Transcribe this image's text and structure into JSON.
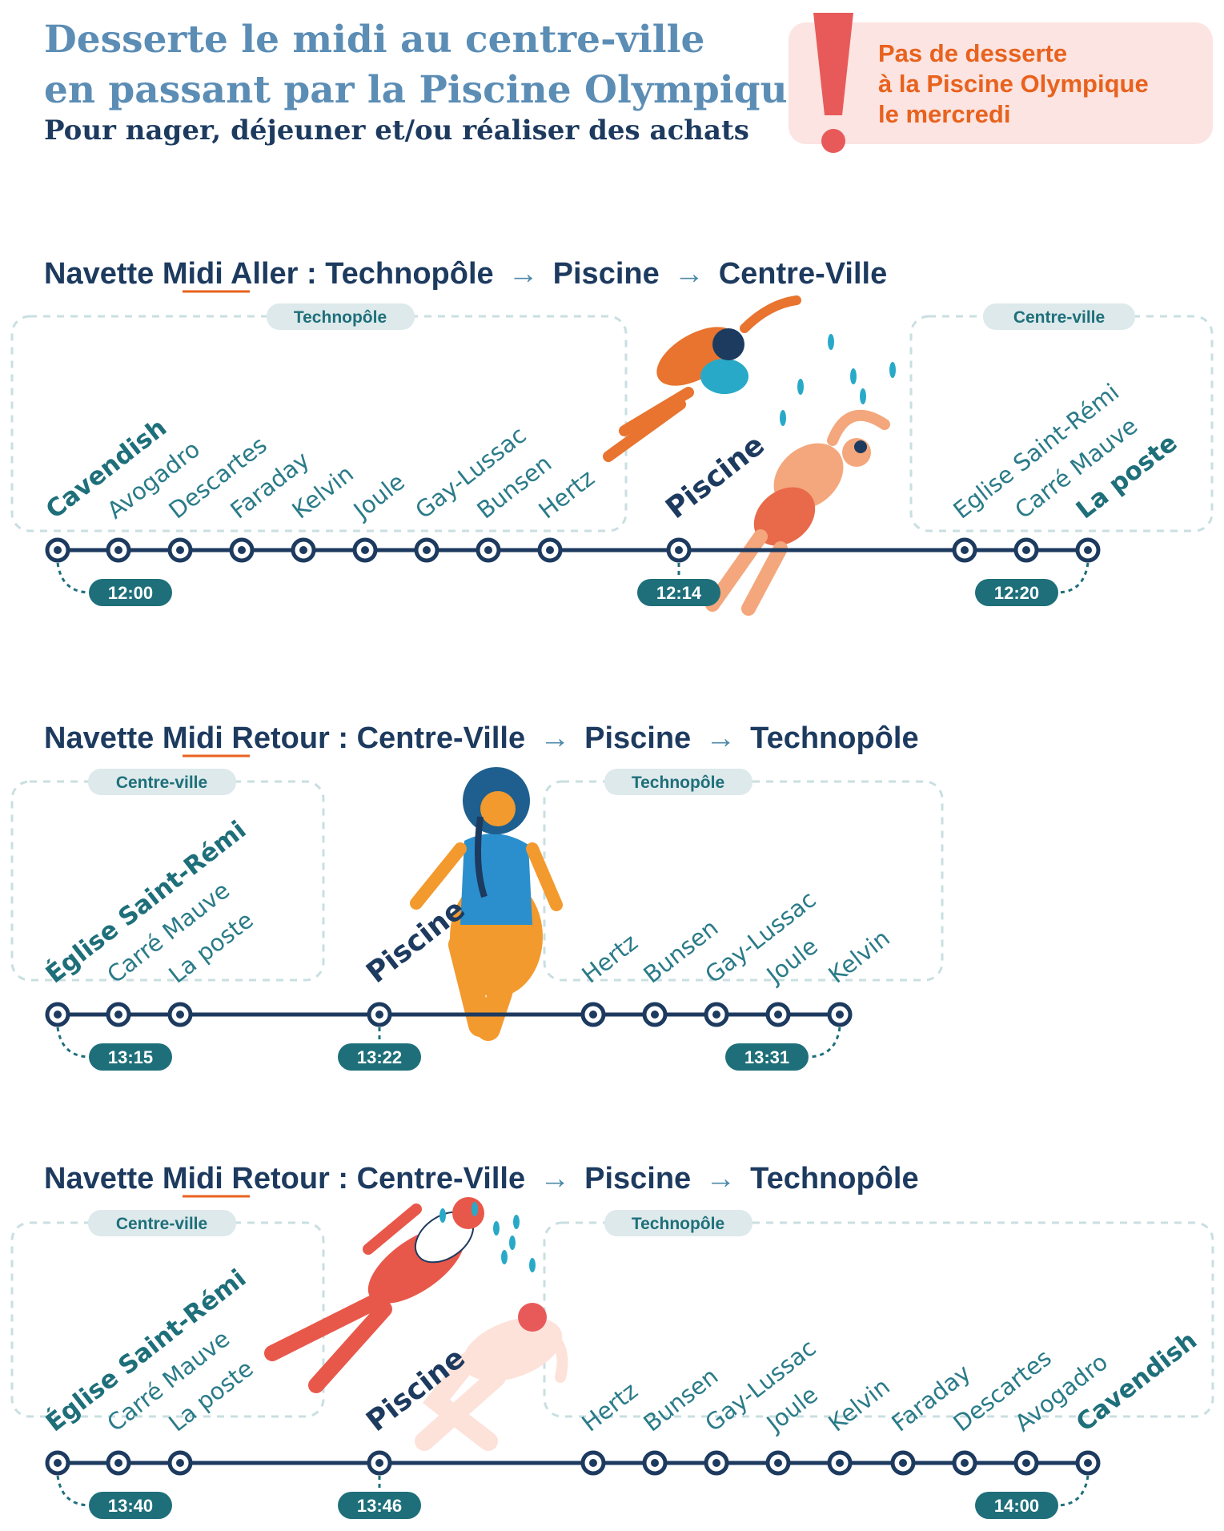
{
  "header": {
    "title_line1": "Desserte le midi au centre-ville",
    "title_line2": "en passant par la Piscine Olympique",
    "subtitle": "Pour nager, déjeuner et/ou réaliser des achats"
  },
  "alert": {
    "line1": "Pas de desserte",
    "line2": "à la Piscine Olympique",
    "line3": "le mercredi"
  },
  "colors": {
    "title": "#5b8db5",
    "navy": "#1d3a5f",
    "teal": "#1e6f7a",
    "stop_label": "#2a7b88",
    "alert_bg": "#fbe4e1",
    "alert_text": "#e8621e",
    "bang": "#e85a5a",
    "zone_border": "#c9dfe1",
    "zone_pill": "#dde9eb",
    "midi_underline": "#e8621e"
  },
  "routes": [
    {
      "title": {
        "pre": "Navette ",
        "midi": "Midi",
        "dir": " Aller : ",
        "from": "Technopôle",
        "arrow1": "→",
        "via": "Piscine",
        "arrow2": "→",
        "to": "Centre-Ville"
      },
      "zones": [
        "Technopôle",
        "Centre-ville"
      ],
      "stops": [
        "Cavendish",
        "Avogadro",
        "Descartes",
        "Faraday",
        "Kelvin",
        "Joule",
        "Gay-Lussac",
        "Bunsen",
        "Hertz",
        "Piscine",
        "Eglise Saint-Rémi",
        "Carré Mauve",
        "La poste"
      ],
      "times": [
        "12:00",
        "12:14",
        "12:20"
      ]
    },
    {
      "title": {
        "pre": "Navette ",
        "midi": "Midi",
        "dir": " Retour : ",
        "from": "Centre-Ville",
        "arrow1": "→",
        "via": "Piscine",
        "arrow2": "→",
        "to": "Technopôle"
      },
      "zones": [
        "Centre-ville",
        "Technopôle"
      ],
      "stops": [
        "Église Saint-Rémi",
        "Carré Mauve",
        "La poste",
        "Piscine",
        "Hertz",
        "Bunsen",
        "Gay-Lussac",
        "Joule",
        "Kelvin"
      ],
      "times": [
        "13:15",
        "13:22",
        "13:31"
      ]
    },
    {
      "title": {
        "pre": "Navette ",
        "midi": "Midi",
        "dir": " Retour : ",
        "from": "Centre-Ville",
        "arrow1": "→",
        "via": "Piscine",
        "arrow2": "→",
        "to": "Technopôle"
      },
      "zones": [
        "Centre-ville",
        "Technopôle"
      ],
      "stops": [
        "Église Saint-Rémi",
        "Carré Mauve",
        "La poste",
        "Piscine",
        "Hertz",
        "Bunsen",
        "Gay-Lussac",
        "Joule",
        "Kelvin",
        "Faraday",
        "Descartes",
        "Avogadro",
        "Cavendish"
      ],
      "times": [
        "13:40",
        "13:46",
        "14:00"
      ]
    }
  ]
}
